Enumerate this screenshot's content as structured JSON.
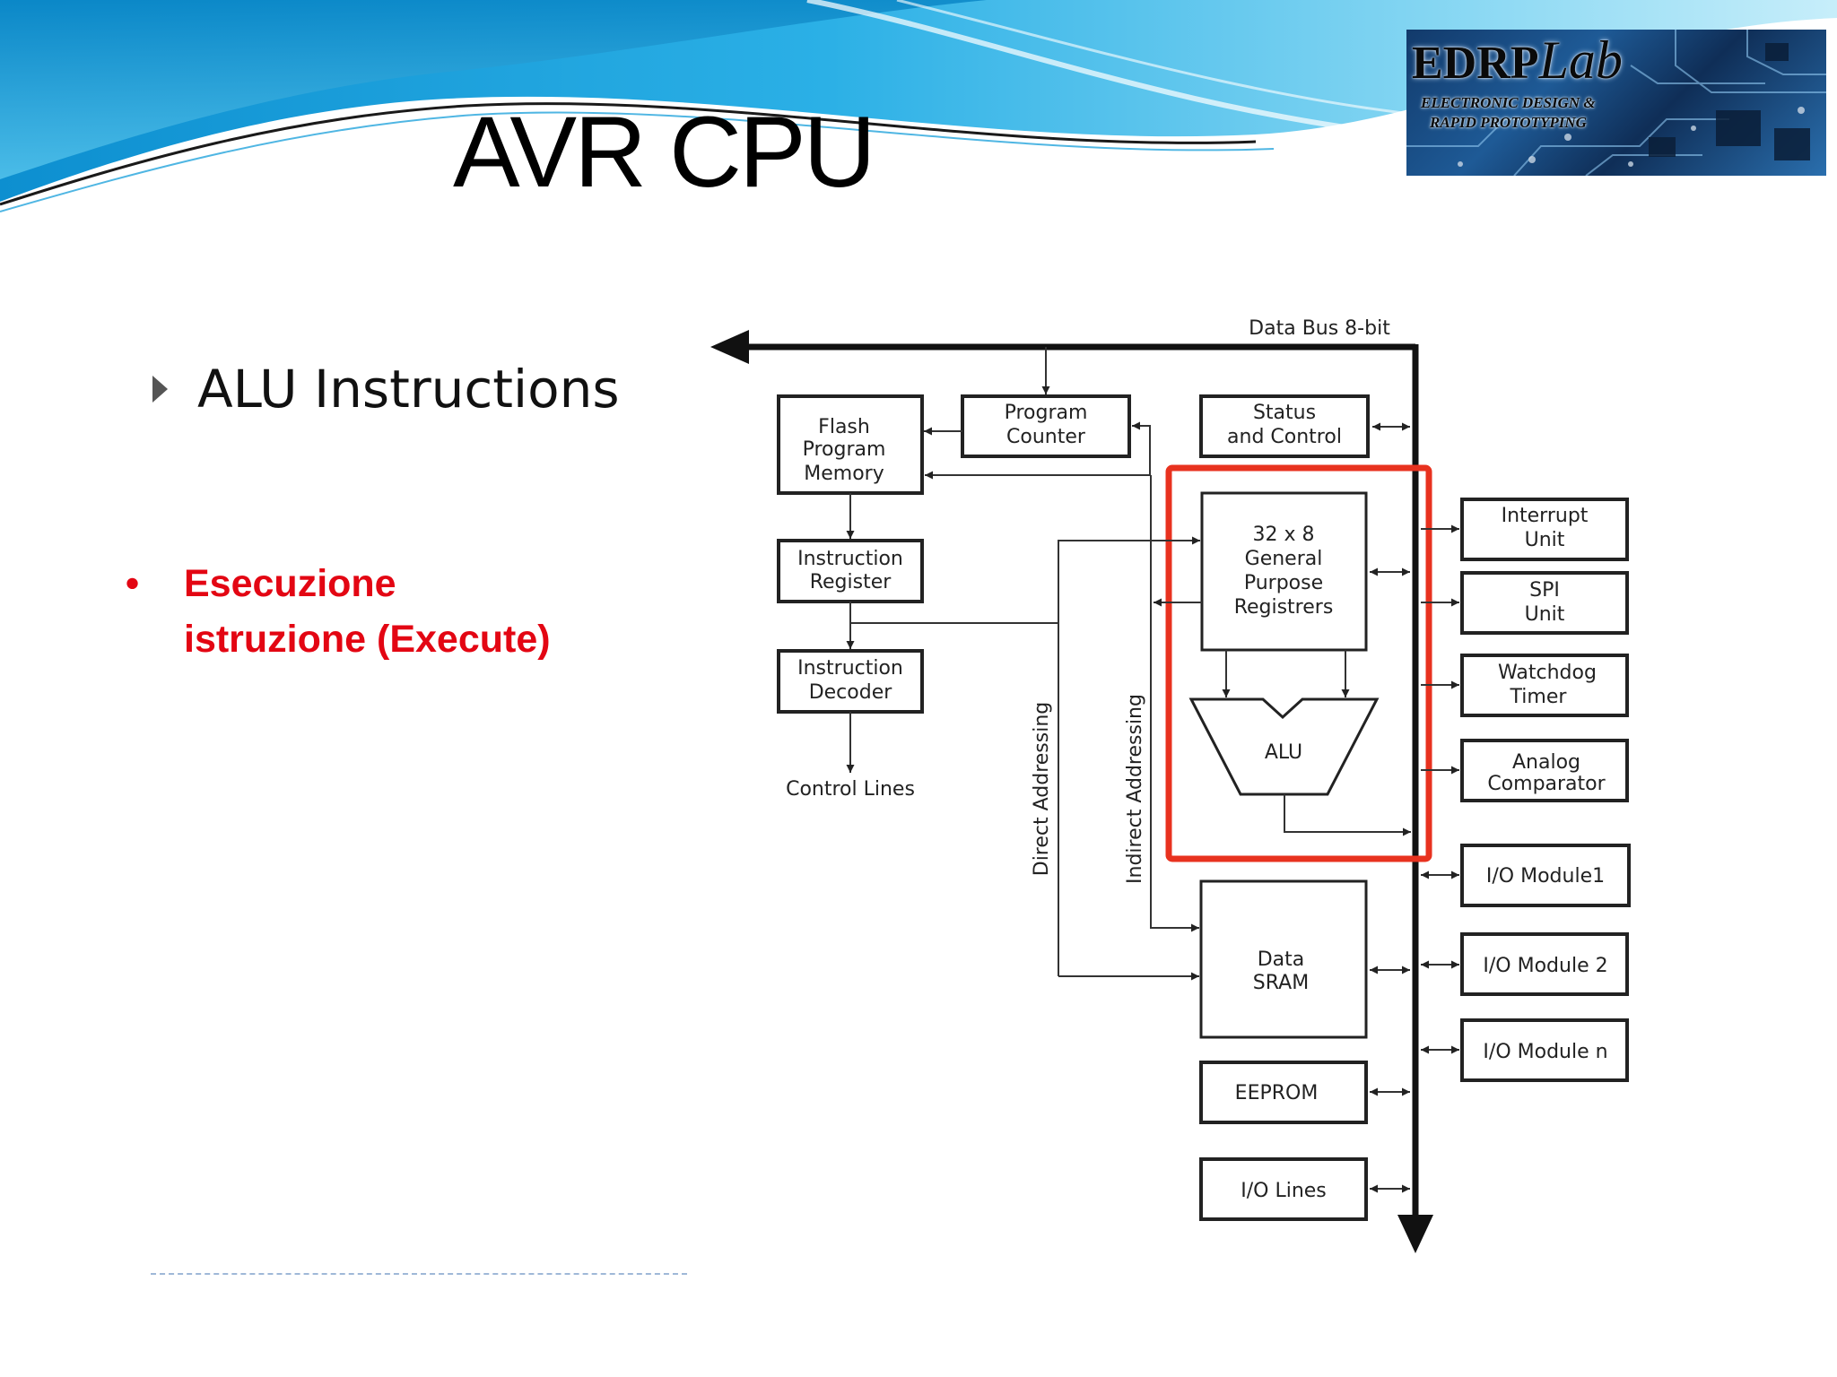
{
  "slide": {
    "title": "AVR CPU",
    "heading": "ALU Instructions",
    "bullet_lines": [
      "Esecuzione",
      "istruzione (Execute)"
    ]
  },
  "logo": {
    "brand": "EDRP",
    "brand_suffix": "Lab",
    "subtitle_line1": "ELECTRONIC DESIGN &",
    "subtitle_line2": "RAPID PROTOTYPING"
  },
  "diagram": {
    "data_bus": "Data Bus 8-bit",
    "flash": [
      "Flash",
      "Program",
      "Memory"
    ],
    "program_counter": [
      "Program",
      "Counter"
    ],
    "status": [
      "Status",
      "and Control"
    ],
    "instruction_register": [
      "Instruction",
      "Register"
    ],
    "instruction_decoder": [
      "Instruction",
      "Decoder"
    ],
    "control_lines": "Control Lines",
    "registers": [
      "32 x 8",
      "General",
      "Purpose",
      "Registrers"
    ],
    "alu": "ALU",
    "direct_addressing": "Direct Addressing",
    "indirect_addressing": "Indirect Addressing",
    "data_sram": [
      "Data",
      "SRAM"
    ],
    "eeprom": "EEPROM",
    "io_lines": "I/O Lines",
    "interrupt_unit": [
      "Interrupt",
      "Unit"
    ],
    "spi_unit": [
      "SPI",
      "Unit"
    ],
    "watchdog_timer": [
      "Watchdog",
      "Timer"
    ],
    "analog_comparator": [
      "Analog",
      "Comparator"
    ],
    "io_module1": "I/O Module1",
    "io_module2": "I/O Module 2",
    "io_module_n": "I/O Module n"
  },
  "colors": {
    "highlight": "#e8321f",
    "bullet_text": "#e30613",
    "wave_primary": "#1ea0dc",
    "wave_light": "#7fd3f2"
  },
  "icons": {
    "heading_marker": "triangle-right-icon",
    "bullet_marker": "bullet-dot-icon"
  }
}
